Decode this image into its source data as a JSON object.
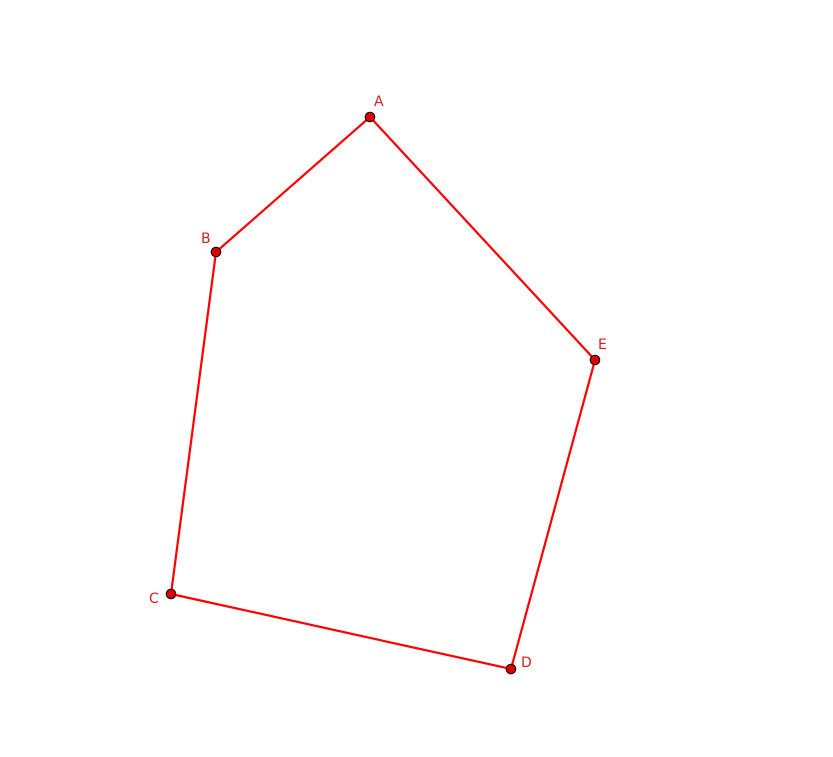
{
  "polygon": {
    "stroke_color": "#ff0000",
    "point_color": "#e00000",
    "label_color": "#d42020",
    "vertices": [
      {
        "label": "A"
      },
      {
        "label": "B"
      },
      {
        "label": "C"
      },
      {
        "label": "D"
      },
      {
        "label": "E"
      }
    ],
    "edges": [
      {
        "from": "A",
        "to": "B"
      },
      {
        "from": "B",
        "to": "C"
      },
      {
        "from": "C",
        "to": "D"
      },
      {
        "from": "D",
        "to": "E"
      },
      {
        "from": "E",
        "to": "A"
      }
    ]
  }
}
